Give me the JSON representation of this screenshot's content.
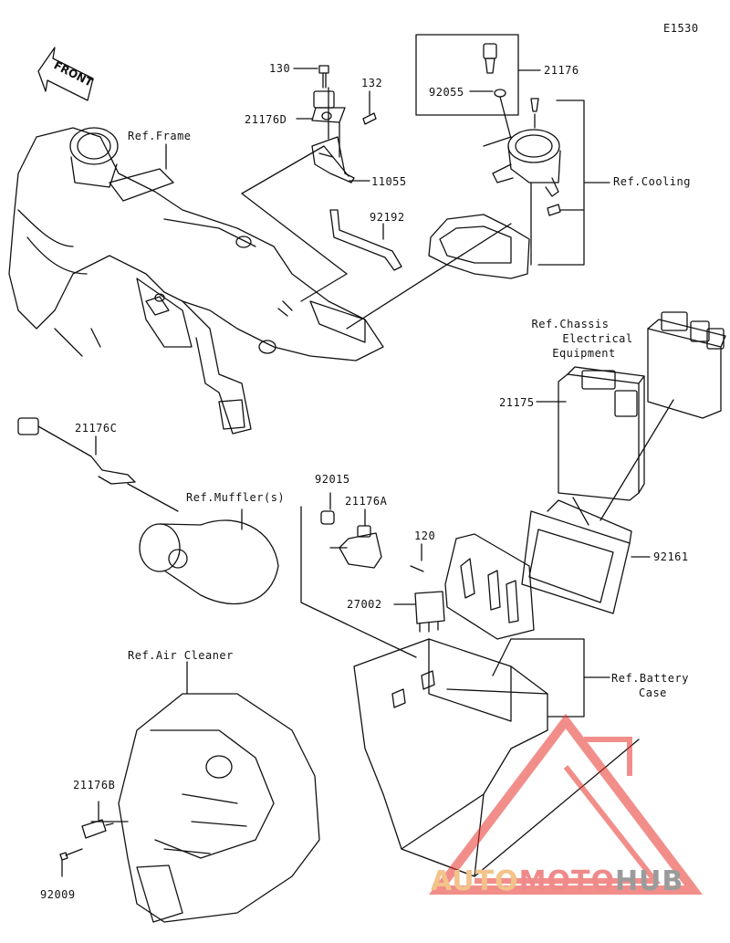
{
  "diagram_code": "E1530",
  "front_label": "FRONT",
  "parts": {
    "p130": "130",
    "p132": "132",
    "p21176D": "21176D",
    "p11055": "11055",
    "p92192": "92192",
    "p21176": "21176",
    "p92055": "92055",
    "p21176C": "21176C",
    "p21175": "21175",
    "p92015": "92015",
    "p21176A": "21176A",
    "p120": "120",
    "p27002": "27002",
    "p92161": "92161",
    "p21176B": "21176B",
    "p92009": "92009"
  },
  "refs": {
    "frame": "Ref.Frame",
    "cooling": "Ref.Cooling",
    "chassis_line1": "Ref.Chassis",
    "chassis_line2": "Electrical",
    "chassis_line3": "Equipment",
    "muffler": "Ref.Muffler(s)",
    "air_cleaner": "Ref.Air Cleaner",
    "battery_line1": "Ref.Battery",
    "battery_line2": "Case"
  },
  "watermark": {
    "part1": "AUTO",
    "part2": "MOTO",
    "part3": "HUB"
  },
  "colors": {
    "ink": "#111111",
    "watermark_red": "#e8332b",
    "watermark_orange": "#f2a94a",
    "watermark_gray": "#8c8c8c"
  }
}
